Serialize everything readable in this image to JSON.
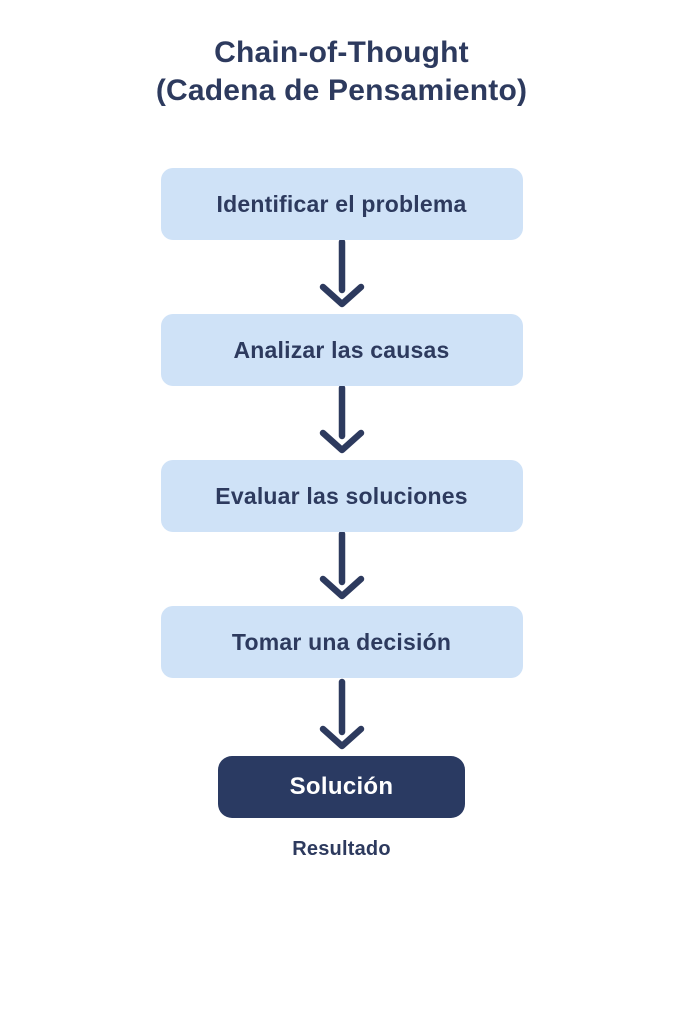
{
  "title": {
    "line1": "Chain-of-Thought",
    "line2": "(Cadena de Pensamiento)"
  },
  "flow": {
    "steps": [
      {
        "label": "Identificar el problema"
      },
      {
        "label": "Analizar las causas"
      },
      {
        "label": "Evaluar las soluciones"
      },
      {
        "label": "Tomar una decisión"
      }
    ],
    "arrow_icon": "arrow-down",
    "result": {
      "label": "Solución",
      "caption": "Resultado"
    }
  },
  "colors": {
    "background": "#ffffff",
    "step_box_bg": "#cfe2f7",
    "result_box_bg": "#2a3a62",
    "text_dark": "#2d3a5e",
    "arrow": "#2d3a5e",
    "result_text": "#ffffff"
  }
}
